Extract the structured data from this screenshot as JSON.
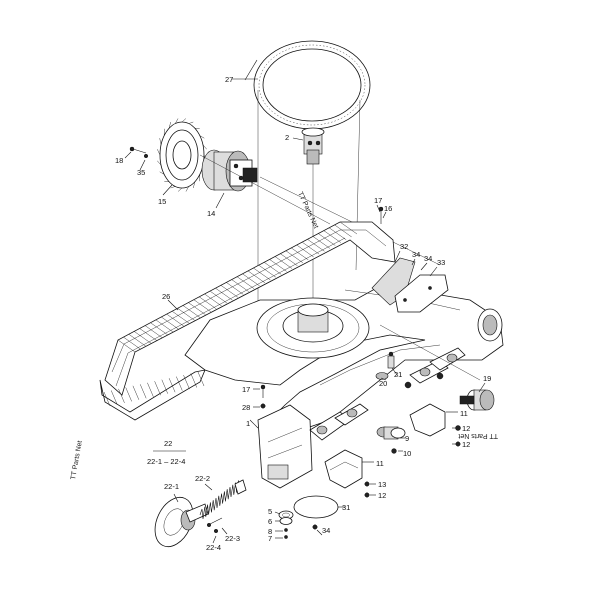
{
  "labels": {
    "p27": "27",
    "p2": "2",
    "p18": "18",
    "p35": "35",
    "p15": "15",
    "p14": "14",
    "p17a": "17",
    "p16": "16",
    "p32": "32",
    "p34a": "34",
    "p34b": "34",
    "p33": "33",
    "p26": "26",
    "p17b": "17",
    "p28": "28",
    "p20": "20",
    "p21": "21",
    "p19": "19",
    "p22": "22",
    "p22r": "22-1 – 22-4",
    "p1": "1",
    "p9": "9",
    "p10": "10",
    "p11a": "11",
    "p11b": "11",
    "p12a": "12",
    "p12b": "12",
    "p13": "13",
    "p22_1": "22-1",
    "p22_2": "22-2",
    "p22_3": "22-3",
    "p22_4": "22-4",
    "p31": "31",
    "p5": "5",
    "p6": "6",
    "p8": "8",
    "p7": "7",
    "p34c": "34"
  },
  "watermarks": {
    "w1": "TT Parts Net",
    "w2": "TT Parts Net",
    "w3": "TT Parts Net"
  }
}
